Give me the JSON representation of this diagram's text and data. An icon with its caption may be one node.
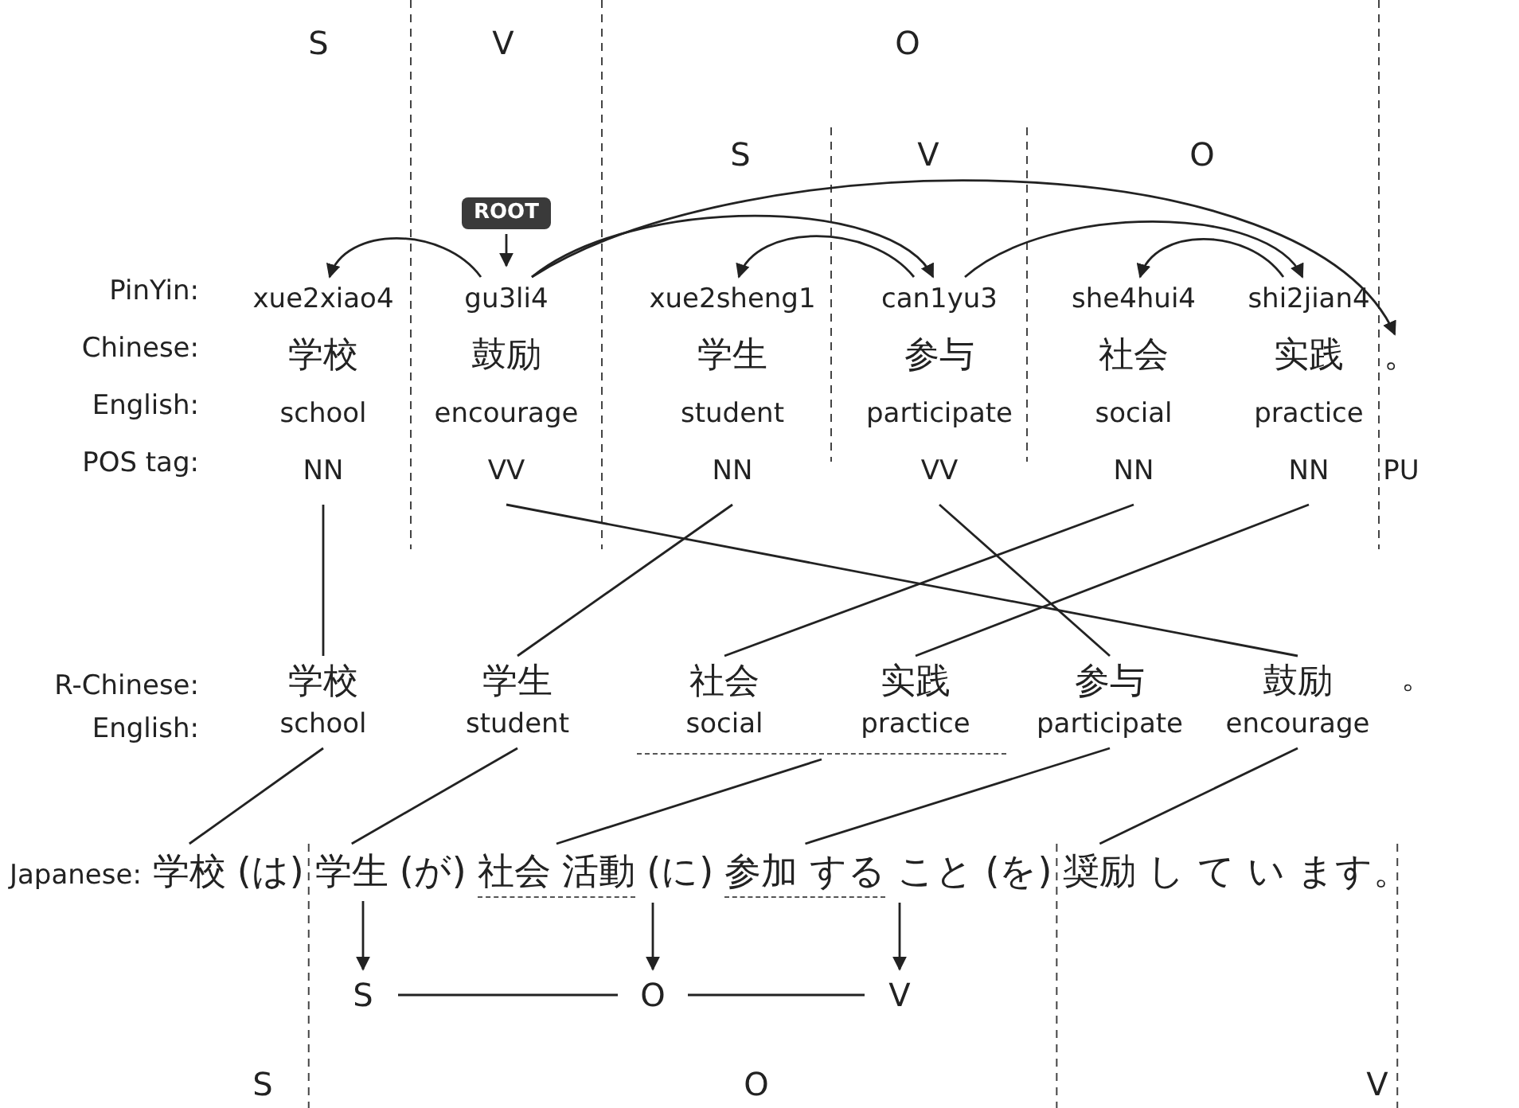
{
  "diagram": {
    "nodes": [
      {
        "text": [
          "ROOT"
        ]
      },
      {
        "text": [
          "xue2xiao4",
          "学校",
          "school",
          "NN"
        ]
      },
      {
        "text": [
          "gu3li4",
          "鼓励",
          "encourage",
          "VV"
        ]
      },
      {
        "text": [
          "xue2sheng1",
          "学生",
          "student",
          "NN"
        ]
      },
      {
        "text": [
          "can1yu3",
          "参与",
          "participate",
          "VV"
        ]
      },
      {
        "text": [
          "she4hui4",
          "社会",
          "social",
          "NN"
        ]
      },
      {
        "text": [
          "shi2jian4",
          "实践",
          "practice",
          "NN"
        ]
      },
      {
        "text": [
          "。",
          "PU"
        ]
      },
      {
        "text": [
          "学校",
          "school"
        ]
      },
      {
        "text": [
          "学生",
          "student"
        ]
      },
      {
        "text": [],
        "shape": "box"
      },
      {
        "text": [
          "社会",
          "social"
        ],
        "in": 10
      },
      {
        "text": [
          "实践",
          "practice"
        ],
        "in": 10
      },
      {
        "text": [
          "参与",
          "participate"
        ]
      },
      {
        "text": [
          "鼓励",
          "encourage"
        ]
      },
      {
        "text": [
          "学校"
        ]
      },
      {
        "text": [
          "学生"
        ]
      },
      {
        "text": [
          "社会 活動"
        ]
      },
      {
        "text": [
          "参加 する"
        ]
      },
      {
        "text": [
          "奨励"
        ]
      },
      {
        "text": [
          "S"
        ]
      },
      {
        "text": [
          "O"
        ]
      },
      {
        "text": [
          "V"
        ]
      }
    ],
    "edges": [
      {
        "from": 0,
        "to": 2,
        "arrow": "to"
      },
      {
        "from": 2,
        "to": 1,
        "arrow": "to"
      },
      {
        "from": 2,
        "to": 4,
        "arrow": "to"
      },
      {
        "from": 2,
        "to": 7,
        "arrow": "to"
      },
      {
        "from": 4,
        "to": 3,
        "arrow": "to"
      },
      {
        "from": 4,
        "to": 6,
        "arrow": "to"
      },
      {
        "from": 6,
        "to": 5,
        "arrow": "to"
      },
      {
        "from": 1,
        "to": 8,
        "arrow": "none"
      },
      {
        "from": 3,
        "to": 9,
        "arrow": "none"
      },
      {
        "from": 5,
        "to": 11,
        "arrow": "none"
      },
      {
        "from": 6,
        "to": 12,
        "arrow": "none"
      },
      {
        "from": 4,
        "to": 13,
        "arrow": "none"
      },
      {
        "from": 2,
        "to": 14,
        "arrow": "none"
      },
      {
        "from": 8,
        "to": 15,
        "arrow": "none"
      },
      {
        "from": 9,
        "to": 16,
        "arrow": "none"
      },
      {
        "from": 10,
        "to": 17,
        "arrow": "none"
      },
      {
        "from": 13,
        "to": 18,
        "arrow": "none"
      },
      {
        "from": 14,
        "to": 19,
        "arrow": "none"
      },
      {
        "from": 16,
        "to": 20,
        "arrow": "to"
      },
      {
        "from": 17,
        "to": 21,
        "arrow": "to"
      },
      {
        "from": 18,
        "to": 22,
        "arrow": "to"
      },
      {
        "from": 20,
        "to": 21,
        "arrow": "none"
      },
      {
        "from": 21,
        "to": 22,
        "arrow": "none"
      }
    ],
    "labels": [
      "S",
      "V",
      "O",
      "S",
      "V",
      "O",
      "PinYin:",
      "Chinese:",
      "English:",
      "POS tag:",
      "R-Chinese:",
      "。",
      "English:",
      "Japanese:",
      "(は)",
      "(が)",
      "(に)",
      "こと (を)",
      "し て い ます。",
      "S",
      "O",
      "V"
    ]
  }
}
